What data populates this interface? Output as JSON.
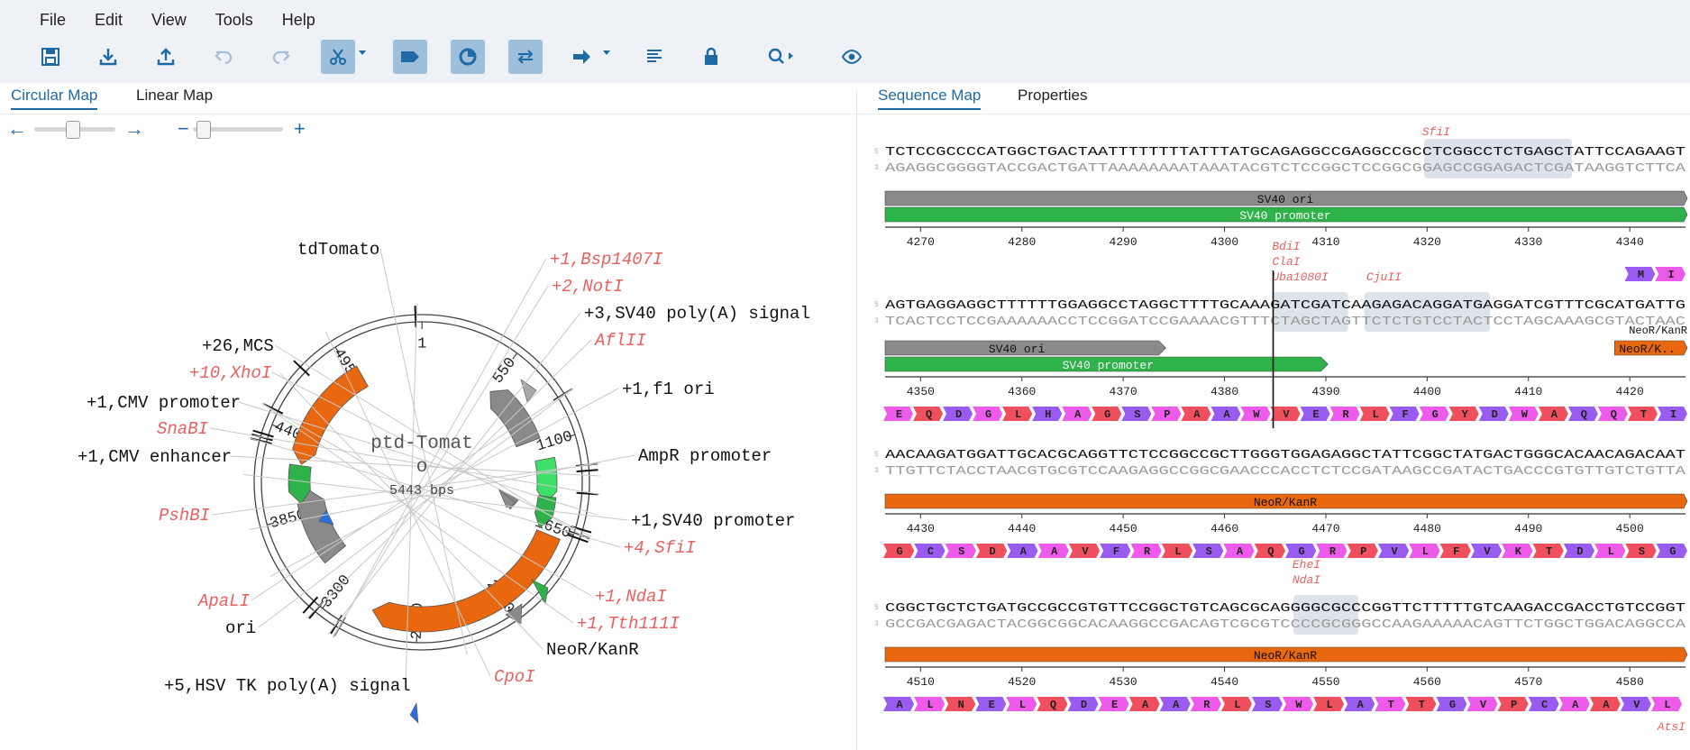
{
  "menu": [
    "File",
    "Edit",
    "View",
    "Tools",
    "Help"
  ],
  "toolbar": {
    "icons": [
      "save-icon",
      "download-icon",
      "upload-icon",
      "undo-icon",
      "redo-icon",
      "cut-sites-icon",
      "feature-label-icon",
      "circular-view-icon",
      "linear-view-icon",
      "arrow-icon",
      "align-icon",
      "lock-icon",
      "search-icon",
      "eye-icon"
    ]
  },
  "left_tabs": [
    "Circular Map",
    "Linear Map"
  ],
  "right_tabs": [
    "Sequence Map",
    "Properties"
  ],
  "zoom_controls": {
    "left_arrow": "←",
    "right_arrow": "→",
    "minus": "−",
    "plus": "+"
  },
  "plasmid": {
    "name": "ptd-Tomat",
    "name2": "o",
    "length_label": "5443 bps",
    "ticks": [
      "550",
      "1100",
      "1650",
      "2200",
      "2750",
      "3300",
      "3850",
      "4400",
      "4950",
      "1"
    ],
    "labels": {
      "tdTomato": "tdTomato",
      "bsp": "+1,Bsp1407I",
      "noti": "+2,NotI",
      "sv40pa": "+3,SV40 poly(A) signal",
      "afl": "AflII",
      "f1": "+1,f1 ori",
      "mcs": "+26,MCS",
      "xho": "+10,XhoI",
      "cmvp": "+1,CMV promoter",
      "snab": "SnaBI",
      "cmve": "+1,CMV enhancer",
      "ampr": "AmpR promoter",
      "sv40p": "+1,SV40 promoter",
      "sfi": "+4,SfiI",
      "psh": "PshBI",
      "apal": "ApaLI",
      "ori": "ori",
      "nda": "+1,NdaI",
      "tth": "+1,Tth111I",
      "neo": "NeoR/KanR",
      "cpo": "CpoI",
      "hsv": "+5,HSV TK poly(A) signal"
    }
  },
  "sequence": {
    "rows": [
      {
        "top": "TCTCCGCCCCATGGCTGACTAATTTTTTTTATTTATGCAGAGGCCGAGGCCGCCTCGGCCTCTGAGCTATTCCAGAAGT",
        "bottom": "AGAGGCGGGGTACCGACTGATTAAAAAAAATAAATACGTCTCCGGCTCCGGCGGAGCCGGAGACTCGATAAGGTCTTCA",
        "enzymes": [
          "SfiI"
        ],
        "features": [
          "SV40 ori",
          "SV40 promoter"
        ],
        "ticks": [
          "4270",
          "4280",
          "4290",
          "4300",
          "4310",
          "4320",
          "4330",
          "4340"
        ],
        "aa": [
          "M",
          "I"
        ]
      },
      {
        "top": "AGTGAGGAGGCTTTTTTGGAGGCCTAGGCTTTTGCAAAGATCGATCAAGAGACAGGATGAGGATCGTTTCGCATGATTG",
        "bottom": "TCACTCCTCCGAAAAAACCTCCGGATCCGAAAACGTTTCTAGCTAGTTCTCTGTCCTACTCCTAGCAAAGCGTACTAAC",
        "enzymes": [
          "BdiI",
          "ClaI",
          "Uba1080I",
          "CjuII"
        ],
        "features": [
          "SV40 ori",
          "SV40 promoter",
          "NeoR/K.."
        ],
        "feature_label": "NeoR/KanR",
        "ticks": [
          "4350",
          "4360",
          "4370",
          "4380",
          "4390",
          "4400",
          "4410",
          "4420"
        ],
        "aa": [
          "E",
          "Q",
          "D",
          "G",
          "L",
          "H",
          "A",
          "G",
          "S",
          "P",
          "A",
          "A",
          "W",
          "V",
          "E",
          "R",
          "L",
          "F",
          "G",
          "Y",
          "D",
          "W",
          "A",
          "Q",
          "Q",
          "T",
          "I"
        ]
      },
      {
        "top": "AACAAGATGGATTGCACGCAGGTTCTCCGGCCGCTTGGGTGGAGAGGCTATTCGGCTATGACTGGGCACAACAGACAAT",
        "bottom": "TTGTTCTACCTAACGTGCGTCCAAGAGGCCGGCGAACCCACCTCTCCGATAAGCCGATACTGACCCGTGTTGTCTGTTA",
        "features": [
          "NeoR/KanR"
        ],
        "ticks": [
          "4430",
          "4440",
          "4450",
          "4460",
          "4470",
          "4480",
          "4490",
          "4500"
        ],
        "aa": [
          "G",
          "C",
          "S",
          "D",
          "A",
          "A",
          "V",
          "F",
          "R",
          "L",
          "S",
          "A",
          "Q",
          "G",
          "R",
          "P",
          "V",
          "L",
          "F",
          "V",
          "K",
          "T",
          "D",
          "L",
          "S",
          "G"
        ]
      },
      {
        "top": "CGGCTGCTCTGATGCCGCCGTGTTCCGGCTGTCAGCGCAGGGGCGCCCGGTTCTTTTTGTCAAGACCGACCTGTCCGGT",
        "bottom": "GCCGACGAGACTACGGCGGCACAAGGCCGACAGTCGCGTCCCCGCGGGCCAAGAAAAACAGTTCTGGCTGGACAGGCCA",
        "enzymes": [
          "EheI",
          "NdaI"
        ],
        "features": [
          "NeoR/KanR"
        ],
        "ticks": [
          "4510",
          "4520",
          "4530",
          "4540",
          "4550",
          "4560",
          "4570",
          "4580"
        ],
        "aa": [
          "A",
          "L",
          "N",
          "E",
          "L",
          "Q",
          "D",
          "E",
          "A",
          "A",
          "R",
          "L",
          "S",
          "W",
          "L",
          "A",
          "T",
          "T",
          "G",
          "V",
          "P",
          "C",
          "A",
          "A",
          "V",
          "L"
        ],
        "tail_enzyme": "AtsI"
      }
    ]
  },
  "colors": {
    "accent": "#1f6aa5",
    "orange": "#e8670f",
    "green": "#2eb34a",
    "lightgreen": "#3fe06a",
    "gray": "#8a8a8a",
    "enzyme": "#e9605f",
    "aa_purple": "#9a5cf0",
    "aa_pink": "#ee5bea",
    "aa_red": "#f0505e"
  }
}
